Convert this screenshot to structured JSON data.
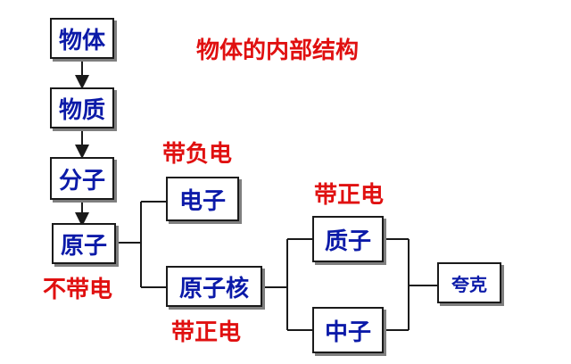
{
  "title": "物体的内部结构",
  "boxes": {
    "object": "物体",
    "matter": "物质",
    "molecule": "分子",
    "atom": "原子",
    "electron": "电子",
    "nucleus": "原子核",
    "proton": "质子",
    "neutron": "中子",
    "quark": "夸克"
  },
  "labels": {
    "electron_charge": "带负电",
    "atom_charge": "不带电",
    "nucleus_charge": "带正电",
    "proton_charge": "带正电"
  },
  "colors": {
    "box_text": "#0b1aa8",
    "label_text": "#e01010",
    "lines": "#1a1a1a"
  }
}
